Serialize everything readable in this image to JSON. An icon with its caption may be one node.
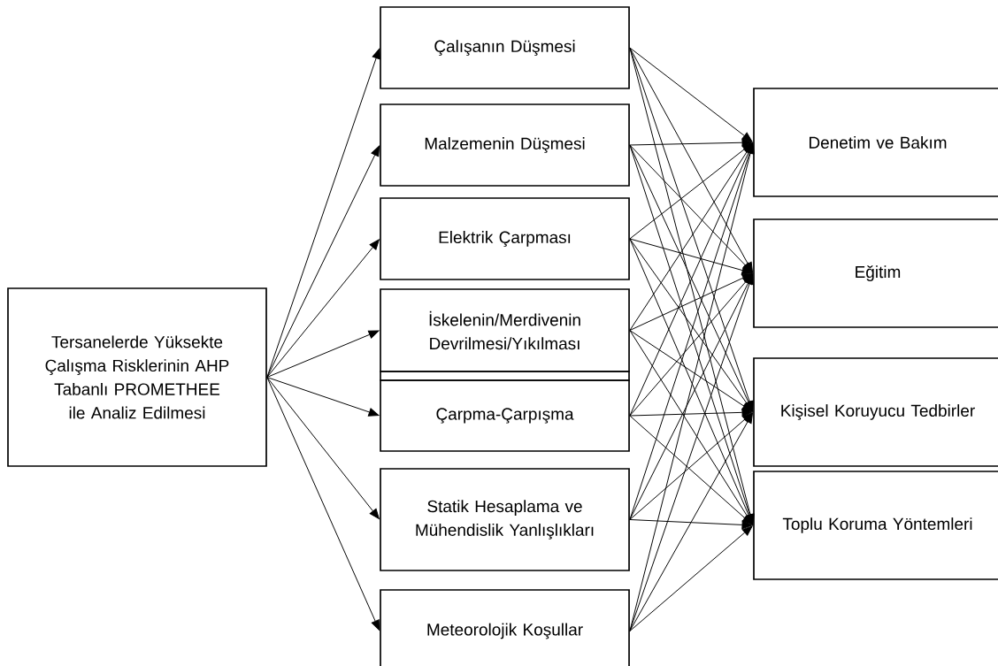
{
  "diagram": {
    "nodes": [
      {
        "text": [
          "Tersanelerde Yüksekte Çalışma Risklerinin AHP Tabanlı PROMETHEE ile Analiz Edilmesi"
        ]
      },
      {
        "text": [
          "Çalışanın Düşmesi"
        ]
      },
      {
        "text": [
          "Malzemenin Düşmesi"
        ]
      },
      {
        "text": [
          "Elektrik Çarpması"
        ]
      },
      {
        "text": [
          "İskelenin/Merdivenin Devrilmesi/Yıkılması"
        ]
      },
      {
        "text": [
          "Çarpma-Çarpışma"
        ]
      },
      {
        "text": [
          "Statik Hesaplama ve Mühendislik Yanlışlıkları"
        ]
      },
      {
        "text": [
          "Meteorolojik Koşullar"
        ]
      },
      {
        "text": [
          "Denetim ve Bakım"
        ]
      },
      {
        "text": [
          "Eğitim"
        ]
      },
      {
        "text": [
          "Kişisel Koruyucu Tedbirler"
        ]
      },
      {
        "text": [
          "Toplu Koruma Yöntemleri"
        ]
      }
    ],
    "edges": [
      {
        "from": 0,
        "to": 1,
        "arrow": "to"
      },
      {
        "from": 0,
        "to": 2,
        "arrow": "to"
      },
      {
        "from": 0,
        "to": 3,
        "arrow": "to"
      },
      {
        "from": 0,
        "to": 4,
        "arrow": "to"
      },
      {
        "from": 0,
        "to": 5,
        "arrow": "to"
      },
      {
        "from": 0,
        "to": 6,
        "arrow": "to"
      },
      {
        "from": 0,
        "to": 7,
        "arrow": "to"
      },
      {
        "from": 1,
        "to": 8,
        "arrow": "to"
      },
      {
        "from": 1,
        "to": 9,
        "arrow": "to"
      },
      {
        "from": 1,
        "to": 10,
        "arrow": "to"
      },
      {
        "from": 1,
        "to": 11,
        "arrow": "to"
      },
      {
        "from": 2,
        "to": 8,
        "arrow": "to"
      },
      {
        "from": 2,
        "to": 9,
        "arrow": "to"
      },
      {
        "from": 2,
        "to": 10,
        "arrow": "to"
      },
      {
        "from": 2,
        "to": 11,
        "arrow": "to"
      },
      {
        "from": 3,
        "to": 8,
        "arrow": "to"
      },
      {
        "from": 3,
        "to": 9,
        "arrow": "to"
      },
      {
        "from": 3,
        "to": 10,
        "arrow": "to"
      },
      {
        "from": 3,
        "to": 11,
        "arrow": "to"
      },
      {
        "from": 4,
        "to": 8,
        "arrow": "to"
      },
      {
        "from": 4,
        "to": 9,
        "arrow": "to"
      },
      {
        "from": 4,
        "to": 10,
        "arrow": "to"
      },
      {
        "from": 4,
        "to": 11,
        "arrow": "to"
      },
      {
        "from": 5,
        "to": 8,
        "arrow": "to"
      },
      {
        "from": 5,
        "to": 9,
        "arrow": "to"
      },
      {
        "from": 5,
        "to": 10,
        "arrow": "to"
      },
      {
        "from": 5,
        "to": 11,
        "arrow": "to"
      },
      {
        "from": 6,
        "to": 8,
        "arrow": "to"
      },
      {
        "from": 6,
        "to": 9,
        "arrow": "to"
      },
      {
        "from": 6,
        "to": 10,
        "arrow": "to"
      },
      {
        "from": 6,
        "to": 11,
        "arrow": "to"
      },
      {
        "from": 7,
        "to": 8,
        "arrow": "to"
      },
      {
        "from": 7,
        "to": 9,
        "arrow": "to"
      },
      {
        "from": 7,
        "to": 10,
        "arrow": "to"
      },
      {
        "from": 7,
        "to": 11,
        "arrow": "to"
      }
    ]
  }
}
